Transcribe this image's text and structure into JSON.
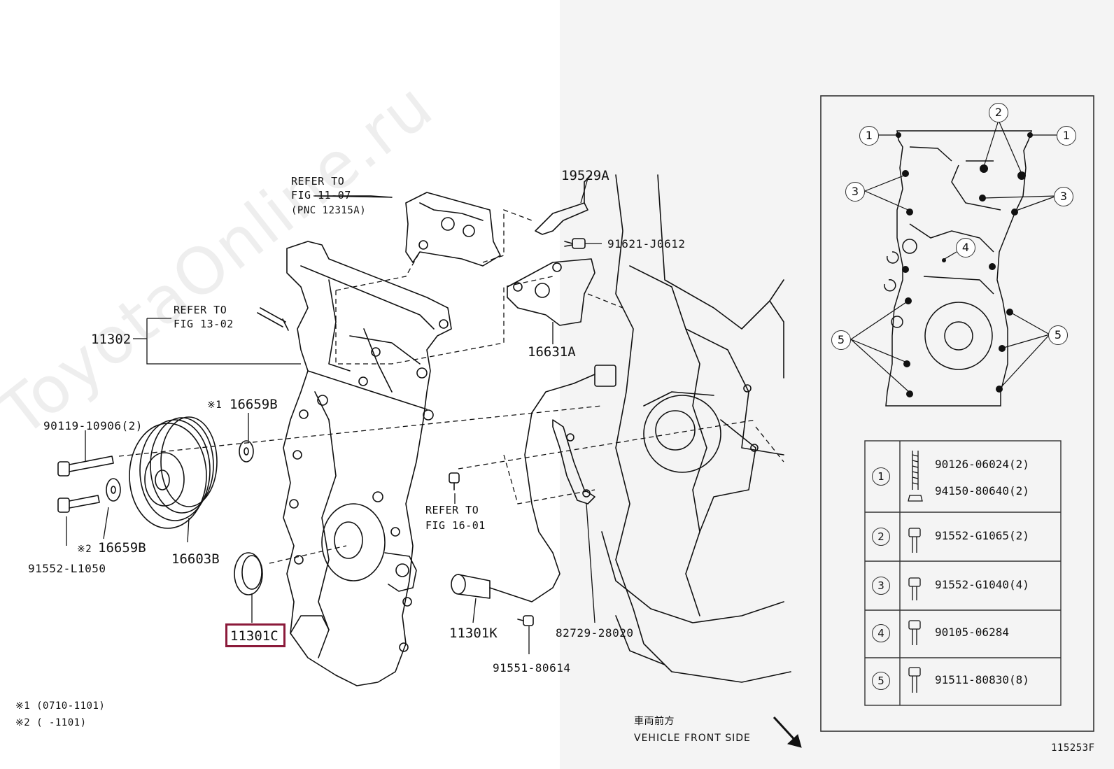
{
  "watermark": "ToyotaOnline.ru",
  "diagram_code": "115253F",
  "refer_labels": {
    "fig_11_07_line1": "REFER TO",
    "fig_11_07_line2": "FIG 11-07",
    "fig_11_07_line3": "(PNC 12315A)",
    "fig_13_02_line1": "REFER TO",
    "fig_13_02_line2": "FIG 13-02",
    "fig_16_01_line1": "REFER TO",
    "fig_16_01_line2": "FIG 16-01"
  },
  "parts": {
    "p19529A": "19529A",
    "p91621": "91621-J0612",
    "p11302": "11302",
    "p16631A": "16631A",
    "p16659B_1": "16659B",
    "p16659B_2": "16659B",
    "p90119": "90119-10906(2)",
    "p91552L": "91552-L1050",
    "p16603B": "16603B",
    "p11301C": "11301C",
    "p11301K": "11301K",
    "p91551": "91551-80614",
    "p82729": "82729-28020"
  },
  "marks": {
    "m1": "※1",
    "m2": "※2"
  },
  "notes": {
    "note1": "※1 (0710-1101)",
    "note2": "※2 (      -1101)"
  },
  "vehicle_front": {
    "jp": "車両前方",
    "en": "VEHICLE FRONT SIDE"
  },
  "callouts": [
    "1",
    "2",
    "3",
    "4",
    "5"
  ],
  "legend": [
    {
      "num": "1",
      "parts": [
        "90126-06024(2)",
        "94150-80640(2)"
      ]
    },
    {
      "num": "2",
      "parts": [
        "91552-G1065(2)"
      ]
    },
    {
      "num": "3",
      "parts": [
        "91552-G1040(4)"
      ]
    },
    {
      "num": "4",
      "parts": [
        "90105-06284"
      ]
    },
    {
      "num": "5",
      "parts": [
        "91511-80830(8)"
      ]
    }
  ],
  "colors": {
    "highlight": "#8b1a3a",
    "right_panel_bg": "#f4f4f4",
    "line": "#111111"
  }
}
